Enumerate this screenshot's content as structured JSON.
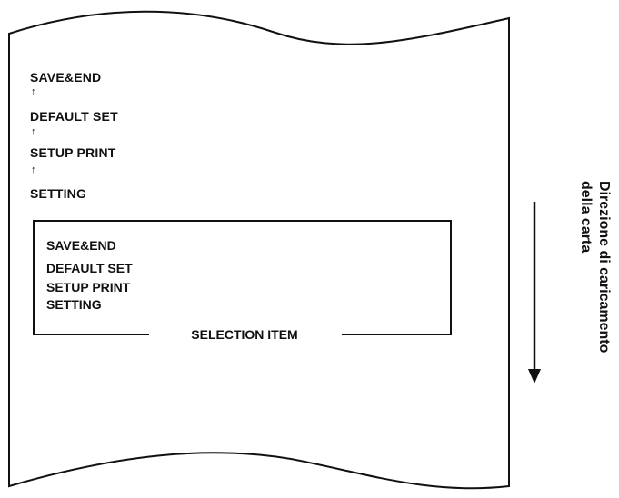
{
  "menu_sequence": {
    "items": [
      "SAVE&END",
      "DEFAULT SET",
      "SETUP PRINT",
      "SETTING"
    ],
    "arrow_symbol": "↑"
  },
  "selection_box": {
    "items": [
      "SAVE&END",
      "DEFAULT SET",
      "SETUP PRINT",
      "SETTING"
    ],
    "caption": "SELECTION ITEM"
  },
  "feed_direction": {
    "line1": "Direzione di caricamento",
    "line2": "della carta"
  },
  "colors": {
    "ink": "#111111",
    "background": "#ffffff"
  }
}
